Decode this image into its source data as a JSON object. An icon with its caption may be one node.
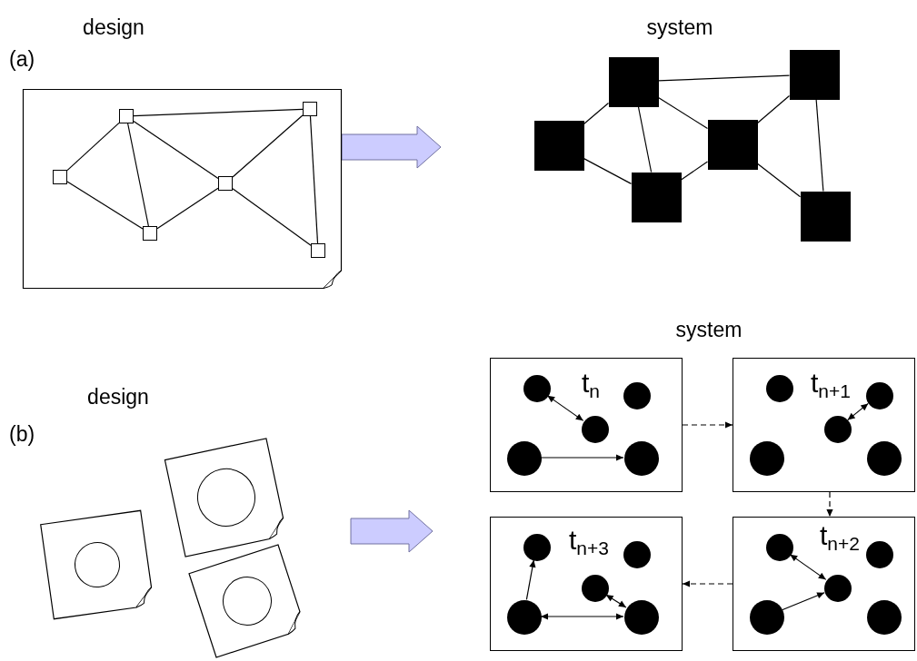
{
  "diagram": {
    "nodes": [
      {
        "text": [],
        "shape": "box"
      },
      {
        "text": [],
        "shape": "box",
        "in": 0
      },
      {
        "text": [],
        "shape": "box",
        "in": 0
      },
      {
        "text": [],
        "shape": "box",
        "in": 0
      },
      {
        "text": [],
        "shape": "box",
        "in": 0
      },
      {
        "text": [],
        "shape": "box",
        "in": 0
      },
      {
        "text": [],
        "shape": "box",
        "in": 0
      },
      {
        "text": [],
        "shape": "box"
      },
      {
        "text": [],
        "shape": "box"
      },
      {
        "text": [],
        "shape": "box"
      },
      {
        "text": [],
        "shape": "box"
      },
      {
        "text": [],
        "shape": "box"
      },
      {
        "text": [],
        "shape": "box"
      },
      {
        "text": [],
        "shape": "box"
      },
      {
        "text": [],
        "shape": "circle",
        "in": 13
      },
      {
        "text": [],
        "shape": "box"
      },
      {
        "text": [],
        "shape": "circle",
        "in": 15
      },
      {
        "text": [],
        "shape": "box"
      },
      {
        "text": [],
        "shape": "circle",
        "in": 17
      },
      {
        "text": [
          "t$_{n}$"
        ]
      },
      {
        "text": [],
        "shape": "circle",
        "in": 19
      },
      {
        "text": [],
        "shape": "circle",
        "in": 19
      },
      {
        "text": [],
        "shape": "circle",
        "in": 19
      },
      {
        "text": [],
        "shape": "circle",
        "in": 19
      },
      {
        "text": [],
        "shape": "circle",
        "in": 19
      },
      {
        "text": [
          "t$_{n+1}$"
        ]
      },
      {
        "text": [],
        "shape": "circle",
        "in": 25
      },
      {
        "text": [],
        "shape": "circle",
        "in": 25
      },
      {
        "text": [],
        "shape": "circle",
        "in": 25
      },
      {
        "text": [],
        "shape": "circle",
        "in": 25
      },
      {
        "text": [],
        "shape": "circle",
        "in": 25
      },
      {
        "text": [
          "t$_{n+3}$"
        ]
      },
      {
        "text": [],
        "shape": "circle",
        "in": 31
      },
      {
        "text": [],
        "shape": "circle",
        "in": 31
      },
      {
        "text": [],
        "shape": "circle",
        "in": 31
      },
      {
        "text": [],
        "shape": "circle",
        "in": 31
      },
      {
        "text": [],
        "shape": "circle",
        "in": 31
      },
      {
        "text": [
          "t$_{n+2}$"
        ]
      },
      {
        "text": [],
        "shape": "circle",
        "in": 37
      },
      {
        "text": [],
        "shape": "circle",
        "in": 37
      },
      {
        "text": [],
        "shape": "circle",
        "in": 37
      },
      {
        "text": [],
        "shape": "circle",
        "in": 37
      },
      {
        "text": [],
        "shape": "circle",
        "in": 37
      }
    ],
    "edges": [
      {
        "from": 1,
        "to": 2,
        "arrow": "none"
      },
      {
        "from": 1,
        "to": 3,
        "arrow": "none"
      },
      {
        "from": 2,
        "to": 3,
        "arrow": "none"
      },
      {
        "from": 2,
        "to": 4,
        "arrow": "none"
      },
      {
        "from": 2,
        "to": 5,
        "arrow": "none"
      },
      {
        "from": 4,
        "to": 3,
        "arrow": "none"
      },
      {
        "from": 4,
        "to": 5,
        "arrow": "none"
      },
      {
        "from": 4,
        "to": 6,
        "arrow": "none"
      },
      {
        "from": 5,
        "to": 6,
        "arrow": "none"
      },
      {
        "from": 7,
        "to": 8,
        "arrow": "none"
      },
      {
        "from": 7,
        "to": 9,
        "arrow": "none"
      },
      {
        "from": 8,
        "to": 9,
        "arrow": "none"
      },
      {
        "from": 8,
        "to": 10,
        "arrow": "none"
      },
      {
        "from": 8,
        "to": 11,
        "arrow": "none"
      },
      {
        "from": 10,
        "to": 9,
        "arrow": "none"
      },
      {
        "from": 10,
        "to": 11,
        "arrow": "none"
      },
      {
        "from": 10,
        "to": 12,
        "arrow": "none"
      },
      {
        "from": 11,
        "to": 12,
        "arrow": "none"
      },
      {
        "from": 0,
        "to": null,
        "arrow": "to",
        "style": "thick",
        "color": "#ccccff"
      },
      {
        "from": 19,
        "to": 25,
        "arrow": "to",
        "style": "dashed"
      },
      {
        "from": 25,
        "to": 37,
        "arrow": "to",
        "style": "dashed"
      },
      {
        "from": 37,
        "to": 31,
        "arrow": "to",
        "style": "dashed"
      },
      {
        "from": 20,
        "to": 22,
        "arrow": "both"
      },
      {
        "from": 23,
        "to": 24,
        "arrow": "to"
      },
      {
        "from": 28,
        "to": 27,
        "arrow": "both"
      },
      {
        "from": 35,
        "to": 32,
        "arrow": "to"
      },
      {
        "from": 34,
        "to": 36,
        "arrow": "both"
      },
      {
        "from": 35,
        "to": 36,
        "arrow": "both"
      },
      {
        "from": 38,
        "to": 40,
        "arrow": "both"
      },
      {
        "from": 41,
        "to": 40,
        "arrow": "to"
      }
    ],
    "labels": [
      "design",
      "system",
      "(a)",
      "system",
      "design",
      "(b)"
    ]
  }
}
